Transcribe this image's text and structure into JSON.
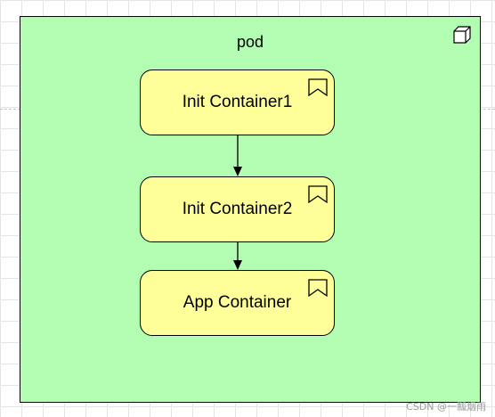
{
  "diagram": {
    "pod": {
      "title": "pod",
      "icon": "node-cube-icon"
    },
    "containers": [
      {
        "label": "Init Container1",
        "icon": "bookmark-flag-icon"
      },
      {
        "label": "Init Container2",
        "icon": "bookmark-flag-icon"
      },
      {
        "label": "App Container",
        "icon": "bookmark-flag-icon"
      }
    ],
    "connectors": [
      {
        "from": "Init Container1",
        "to": "Init Container2"
      },
      {
        "from": "Init Container2",
        "to": "App Container"
      }
    ]
  },
  "watermark": "CSDN @一瓢烟雨",
  "colors": {
    "pod_fill": "#b3fdb3",
    "container_fill": "#ffff99",
    "stroke": "#000000",
    "grid": "#e4e4e4"
  }
}
